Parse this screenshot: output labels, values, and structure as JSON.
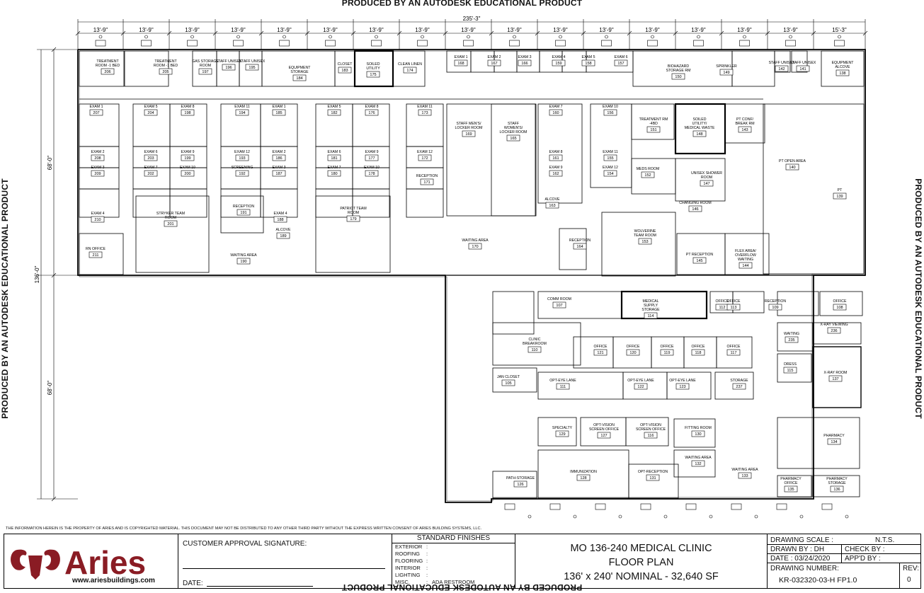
{
  "watermark": "PRODUCED BY AN AUTODESK EDUCATIONAL PRODUCT",
  "dimensions": {
    "overall_width": "235'-3\"",
    "modules": [
      "13'-9\"",
      "13'-9\"",
      "13'-9\"",
      "13'-9\"",
      "13'-9\"",
      "13'-9\"",
      "13'-9\"",
      "13'-9\"",
      "13'-9\"",
      "13'-9\"",
      "13'-9\"",
      "13'-9\"",
      "13'-9\"",
      "13'-9\"",
      "13'-9\"",
      "13'-9\"",
      "15'-3\""
    ],
    "overall_depth": "136'-0\"",
    "upper_depth": "68'-0\"",
    "lower_depth": "68'-0\""
  },
  "rooms": [
    {
      "id": "r206",
      "name": "TREATMENT ROOM -1 BED",
      "number": "206"
    },
    {
      "id": "r205",
      "name": "TREATMENT ROOM -1 BED",
      "number": "205"
    },
    {
      "id": "r197",
      "name": "GAS STORAGE ROOM",
      "number": "197"
    },
    {
      "id": "r196",
      "name": "STAFF UNISEX",
      "number": "196"
    },
    {
      "id": "r195",
      "name": "STAFF UNISEX",
      "number": "195"
    },
    {
      "id": "r184",
      "name": "EQUIPMENT STORAGE",
      "number": "184"
    },
    {
      "id": "r183",
      "name": "CLOSET",
      "number": "183"
    },
    {
      "id": "r175",
      "name": "SOILED UTILITY",
      "number": "175"
    },
    {
      "id": "r174",
      "name": "CLEAN LINEN",
      "number": "174"
    },
    {
      "id": "r168",
      "name": "EXAM 1",
      "number": "168"
    },
    {
      "id": "r167",
      "name": "EXAM 2",
      "number": "167"
    },
    {
      "id": "r166",
      "name": "EXAM 3",
      "number": "166"
    },
    {
      "id": "r159",
      "name": "EXAM 4",
      "number": "159"
    },
    {
      "id": "r158",
      "name": "EXAM 5",
      "number": "158"
    },
    {
      "id": "r157",
      "name": "EXAM 6",
      "number": "157"
    },
    {
      "id": "r150",
      "name": "BIOHAZARD STORAGE RM",
      "number": "150"
    },
    {
      "id": "r149",
      "name": "SPRINKLER",
      "number": "149"
    },
    {
      "id": "r142",
      "name": "STAFF UNISEX",
      "number": "142"
    },
    {
      "id": "r141",
      "name": "STAFF UNISEX",
      "number": "141"
    },
    {
      "id": "r138",
      "name": "EQUIPMENT ALCOVE",
      "number": "138"
    },
    {
      "id": "r207",
      "name": "EXAM 1",
      "number": "207"
    },
    {
      "id": "r204",
      "name": "EXAM 5",
      "number": "204"
    },
    {
      "id": "r198",
      "name": "EXAM 8",
      "number": "198"
    },
    {
      "id": "r194",
      "name": "EXAM 11",
      "number": "194"
    },
    {
      "id": "r185",
      "name": "EXAM 1",
      "number": "185"
    },
    {
      "id": "r182",
      "name": "EXAM 5",
      "number": "182"
    },
    {
      "id": "r176",
      "name": "EXAM 8",
      "number": "176"
    },
    {
      "id": "r173",
      "name": "EXAM 11",
      "number": "173"
    },
    {
      "id": "r208",
      "name": "EXAM 2",
      "number": "208"
    },
    {
      "id": "r203",
      "name": "EXAM 6",
      "number": "203"
    },
    {
      "id": "r199",
      "name": "EXAM 9",
      "number": "199"
    },
    {
      "id": "r193",
      "name": "EXAM 12",
      "number": "193"
    },
    {
      "id": "r186",
      "name": "EXAM 2",
      "number": "186"
    },
    {
      "id": "r181",
      "name": "EXAM 6",
      "number": "181"
    },
    {
      "id": "r177",
      "name": "EXAM 9",
      "number": "177"
    },
    {
      "id": "r172",
      "name": "EXAM 12",
      "number": "172"
    },
    {
      "id": "r209",
      "name": "EXAM 3",
      "number": "209"
    },
    {
      "id": "r202",
      "name": "EXAM 7",
      "number": "202"
    },
    {
      "id": "r200",
      "name": "EXAM 10",
      "number": "200"
    },
    {
      "id": "r192",
      "name": "SCREENING",
      "number": "192"
    },
    {
      "id": "r187",
      "name": "EXAM 3",
      "number": "187"
    },
    {
      "id": "r180",
      "name": "EXAM 7",
      "number": "180"
    },
    {
      "id": "r178",
      "name": "EXAM 10",
      "number": "178"
    },
    {
      "id": "r171",
      "name": "RECEPTION",
      "number": "171"
    },
    {
      "id": "r210",
      "name": "EXAM 4",
      "number": "210"
    },
    {
      "id": "r201",
      "name": "STRYKER TEAM ROOM",
      "number": "201"
    },
    {
      "id": "r191",
      "name": "RECEPTION",
      "number": "191"
    },
    {
      "id": "r188",
      "name": "EXAM 4",
      "number": "188"
    },
    {
      "id": "r189",
      "name": "ALCOVE",
      "number": "189"
    },
    {
      "id": "r179",
      "name": "PATRIOT TEAM ROOM",
      "number": "179"
    },
    {
      "id": "r211",
      "name": "RN OFFICE",
      "number": "211"
    },
    {
      "id": "r190",
      "name": "WAITING AREA",
      "number": "190"
    },
    {
      "id": "r169",
      "name": "STAFF MEN'S/ LOCKER ROOM",
      "number": "169"
    },
    {
      "id": "r165",
      "name": "STAFF WOMEN'S/ LOCKER ROOM",
      "number": "165"
    },
    {
      "id": "r160",
      "name": "EXAM 7",
      "number": "160"
    },
    {
      "id": "r156",
      "name": "EXAM 10",
      "number": "156"
    },
    {
      "id": "r151",
      "name": "TREATMENT RM -4BD",
      "number": "151"
    },
    {
      "id": "r148",
      "name": "SOILED UTILITY/ MEDICAL WASTE",
      "number": "148"
    },
    {
      "id": "r143",
      "name": "PT CONF/ BREAK RM",
      "number": "143"
    },
    {
      "id": "r161",
      "name": "EXAM 8",
      "number": "161"
    },
    {
      "id": "r155",
      "name": "EXAM 11",
      "number": "155"
    },
    {
      "id": "r162",
      "name": "EXAM 9",
      "number": "162"
    },
    {
      "id": "r154",
      "name": "EXAM 12",
      "number": "154"
    },
    {
      "id": "r152",
      "name": "MEDS ROOM",
      "number": "152"
    },
    {
      "id": "r147",
      "name": "UNISEX SHOWER ROOM",
      "number": "147"
    },
    {
      "id": "r140",
      "name": "PT OPEN AREA",
      "number": "140"
    },
    {
      "id": "r139",
      "name": "PT",
      "number": "139"
    },
    {
      "id": "r163",
      "name": "ALCOVE",
      "number": "163"
    },
    {
      "id": "r146",
      "name": "CHANGING ROOM",
      "number": "146"
    },
    {
      "id": "r170",
      "name": "WAITING AREA",
      "number": "170"
    },
    {
      "id": "r164",
      "name": "RECEPTION",
      "number": "164"
    },
    {
      "id": "r153",
      "name": "WOLVERINE TEAM ROOM",
      "number": "153"
    },
    {
      "id": "r145",
      "name": "PT RECEPTION",
      "number": "145"
    },
    {
      "id": "r144",
      "name": "FLEX AREA/ OVERFLOW WAITING",
      "number": "144"
    },
    {
      "id": "r107",
      "name": "COMM ROOM",
      "number": "107"
    },
    {
      "id": "r114",
      "name": "MEDICAL SUPPLY STORAGE",
      "number": "114"
    },
    {
      "id": "r112",
      "name": "OFFICE",
      "number": "112"
    },
    {
      "id": "r113",
      "name": "OFFICE",
      "number": "113"
    },
    {
      "id": "r109",
      "name": "RECEPTION",
      "number": "109"
    },
    {
      "id": "r108",
      "name": "OFFICE",
      "number": "108"
    },
    {
      "id": "r110",
      "name": "CLINIC BREAKROOM",
      "number": "110"
    },
    {
      "id": "r121",
      "name": "OFFICE",
      "number": "121"
    },
    {
      "id": "r120",
      "name": "OFFICE",
      "number": "120"
    },
    {
      "id": "r119",
      "name": "OFFICE",
      "number": "119"
    },
    {
      "id": "r118",
      "name": "OFFICE",
      "number": "118"
    },
    {
      "id": "r117",
      "name": "OFFICE",
      "number": "117"
    },
    {
      "id": "r235",
      "name": "WAITING",
      "number": "235"
    },
    {
      "id": "r236",
      "name": "X-RAY VIEWING",
      "number": "236"
    },
    {
      "id": "r115",
      "name": "DRESS",
      "number": "115"
    },
    {
      "id": "r137",
      "name": "X-RAY ROOM",
      "number": "137"
    },
    {
      "id": "r105",
      "name": "JAN CLOSET",
      "number": "105"
    },
    {
      "id": "r111",
      "name": "OPT-EYE LANE",
      "number": "111"
    },
    {
      "id": "r122",
      "name": "OPT-EYE LANE",
      "number": "122"
    },
    {
      "id": "r123",
      "name": "OPT-EYE LANE",
      "number": "123"
    },
    {
      "id": "r237",
      "name": "STORAGE",
      "number": "237"
    },
    {
      "id": "r129",
      "name": "SPECIALTY",
      "number": "129"
    },
    {
      "id": "r127",
      "name": "OPT-VISION SCREEN OFFICE",
      "number": "127"
    },
    {
      "id": "r116",
      "name": "OPT-VISION SCREEN OFFICE",
      "number": "116"
    },
    {
      "id": "r130",
      "name": "FITTING ROOM",
      "number": "130"
    },
    {
      "id": "r134",
      "name": "PHARMACY",
      "number": "134"
    },
    {
      "id": "r132",
      "name": "WAITING AREA",
      "number": "132"
    },
    {
      "id": "r133",
      "name": "WAITING AREA",
      "number": "133"
    },
    {
      "id": "r128",
      "name": "IMMUNIZATION",
      "number": "128"
    },
    {
      "id": "r131",
      "name": "OPT-RECEPTION",
      "number": "131"
    },
    {
      "id": "r126",
      "name": "PATH-STORAGE",
      "number": "126"
    },
    {
      "id": "r135",
      "name": "PHARMACY OFFICE",
      "number": "135"
    },
    {
      "id": "r136",
      "name": "PHARMACY STORAGE",
      "number": "136"
    }
  ],
  "disclaimer": "THE INFORMATION HEREIN IS THE PROPERTY OF ARIES AND IS COPYRIGHTED MATERIAL. THIS DOCUMENT MAY NOT BE DISTRIBUTED TO ANY OTHER THIRD PARTY WITHOUT THE EXPRESS WRITTEN CONSENT OF ARIES BUILDING SYSTEMS, LLC.",
  "titleblock": {
    "logo_text": "Aries",
    "logo_url": "www.ariesbuildings.com",
    "approval_label": "CUSTOMER APPROVAL SIGNATURE:",
    "date_label": "DATE:",
    "finishes_title": "STANDARD FINISHES",
    "finishes": [
      {
        "label": "EXTERIOR",
        "value": ""
      },
      {
        "label": "ROOFING",
        "value": ""
      },
      {
        "label": "FLOORING",
        "value": ""
      },
      {
        "label": "INTERIOR",
        "value": ""
      },
      {
        "label": "LIGHTING",
        "value": ""
      },
      {
        "label": "MISC.",
        "value": "ADA RESTROOM"
      }
    ],
    "project_line1": "MO 136-240 MEDICAL CLINIC",
    "project_line2": "FLOOR PLAN",
    "project_line3": "136' x 240' NOMINAL - 32,640 SF",
    "drawing_scale_label": "DRAWING SCALE :",
    "drawing_scale": "N.T.S.",
    "drawn_by": "DRAWN BY : DH",
    "check_by": "CHECK BY :",
    "date": "DATE :  03/24/2020",
    "appd_by": "APP'D BY :",
    "drawing_number_label": "DRAWING NUMBER:",
    "drawing_number": "KR-032320-03-H  FP1.0",
    "rev_label": "REV:",
    "rev": "0",
    "colors": {
      "logo": "#8a1c24",
      "ink": "#000000"
    }
  }
}
